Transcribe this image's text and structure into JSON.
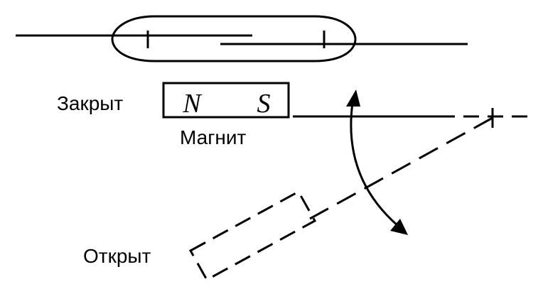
{
  "labels": {
    "closed": "Закрыт",
    "magnet": "Магнит",
    "open": "Открыт",
    "pole_north": "N",
    "pole_south": "S"
  },
  "colors": {
    "stroke": "#000000",
    "background": "#ffffff"
  }
}
